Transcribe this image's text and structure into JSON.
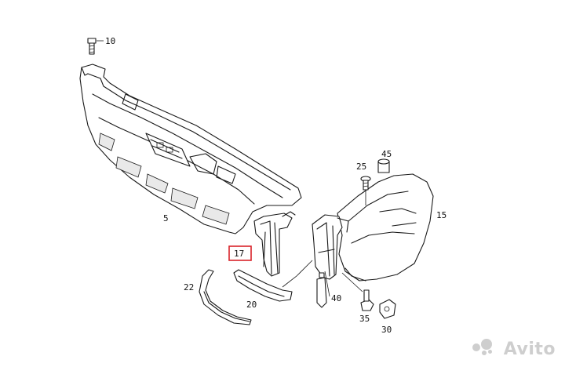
{
  "labels": {
    "p10": "10",
    "p5": "5",
    "p17": "17",
    "p22": "22",
    "p20": "20",
    "p25": "25",
    "p45": "45",
    "p15": "15",
    "p40": "40",
    "p35": "35",
    "p30": "30"
  },
  "highlight": {
    "part": "17",
    "color": "#d9232a"
  },
  "watermark": {
    "text": "Avito"
  }
}
